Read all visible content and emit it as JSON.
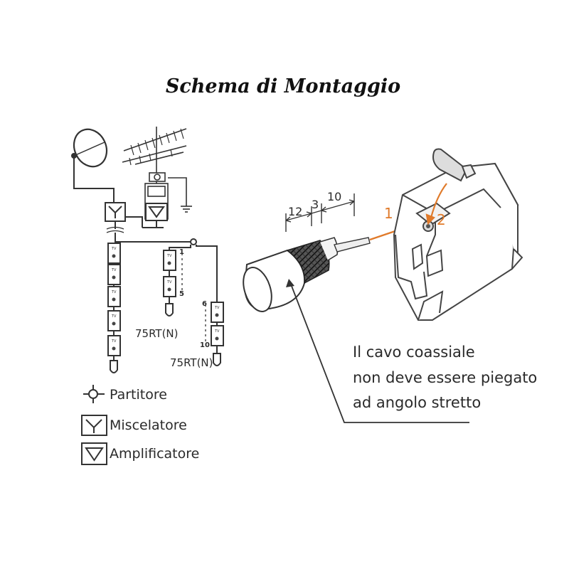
{
  "title": "Schema di Montaggio",
  "legend": [
    {
      "symbol": "splitter-symbol",
      "label": "Partitore"
    },
    {
      "symbol": "mixer-symbol",
      "label": "Miscelatore"
    },
    {
      "symbol": "amplifier-symbol",
      "label": "Amplificatore"
    }
  ],
  "diagram": {
    "outlet_label": "TV",
    "range_1": {
      "start": "1",
      "end": "5"
    },
    "range_2": {
      "start": "6",
      "end": "10"
    },
    "terminator_label": "75RT(N)"
  },
  "dimensions": {
    "a": "12",
    "b": "3",
    "c": "10"
  },
  "steps": {
    "one": "1",
    "two": "2"
  },
  "note": {
    "line1": "Il cavo coassiale",
    "line2": "non deve essere piegato",
    "line3": "ad angolo stretto"
  },
  "colors": {
    "line": "#333333",
    "accent": "#e07a2a",
    "outline": "#444444"
  }
}
